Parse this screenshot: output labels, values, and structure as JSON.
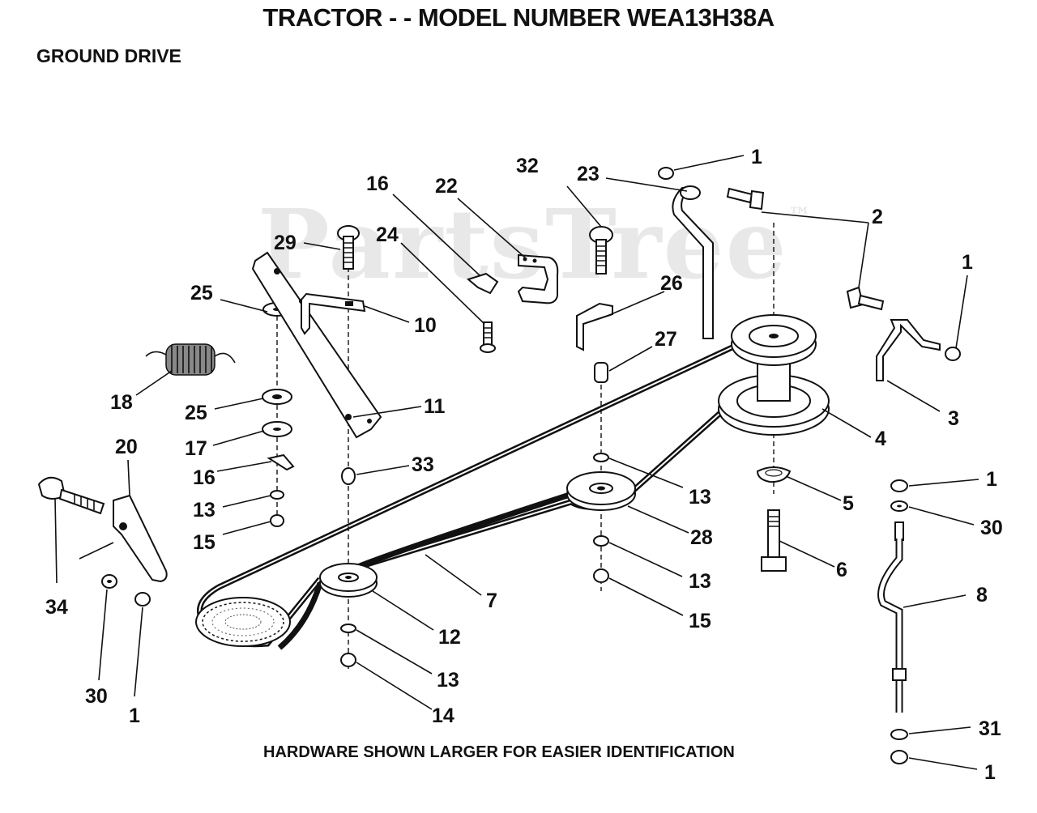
{
  "header": {
    "title": "TRACTOR - - MODEL NUMBER WEA13H38A",
    "subtitle": "GROUND DRIVE"
  },
  "footer": {
    "note": "HARDWARE SHOWN LARGER FOR EASIER IDENTIFICATION"
  },
  "watermark": {
    "text": "PartsTree",
    "mark": "™"
  },
  "callouts": [
    "1",
    "23",
    "32",
    "22",
    "16",
    "2",
    "29",
    "24",
    "1",
    "26",
    "25",
    "10",
    "27",
    "18",
    "11",
    "3",
    "25",
    "4",
    "20",
    "17",
    "16",
    "33",
    "13",
    "5",
    "1",
    "13",
    "28",
    "30",
    "15",
    "6",
    "34",
    "13",
    "8",
    "7",
    "15",
    "12",
    "13",
    "30",
    "1",
    "14",
    "31",
    "1"
  ],
  "colors": {
    "ink": "#111111",
    "watermark": "#969696",
    "background": "#ffffff"
  }
}
